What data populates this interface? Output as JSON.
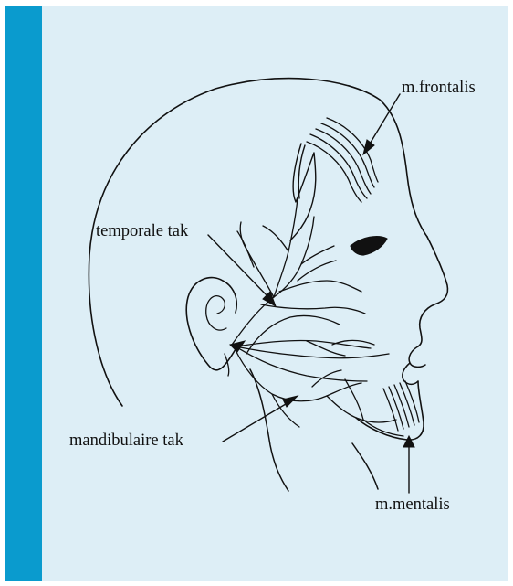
{
  "colors": {
    "background": "#ddeef6",
    "sidebar": "#0a9bce",
    "ink": "#111111"
  },
  "labels": {
    "frontalis": "m.frontalis",
    "temporal": "temporale tak",
    "mandibular": "mandibulaire tak",
    "mentalis": "m.mentalis"
  }
}
